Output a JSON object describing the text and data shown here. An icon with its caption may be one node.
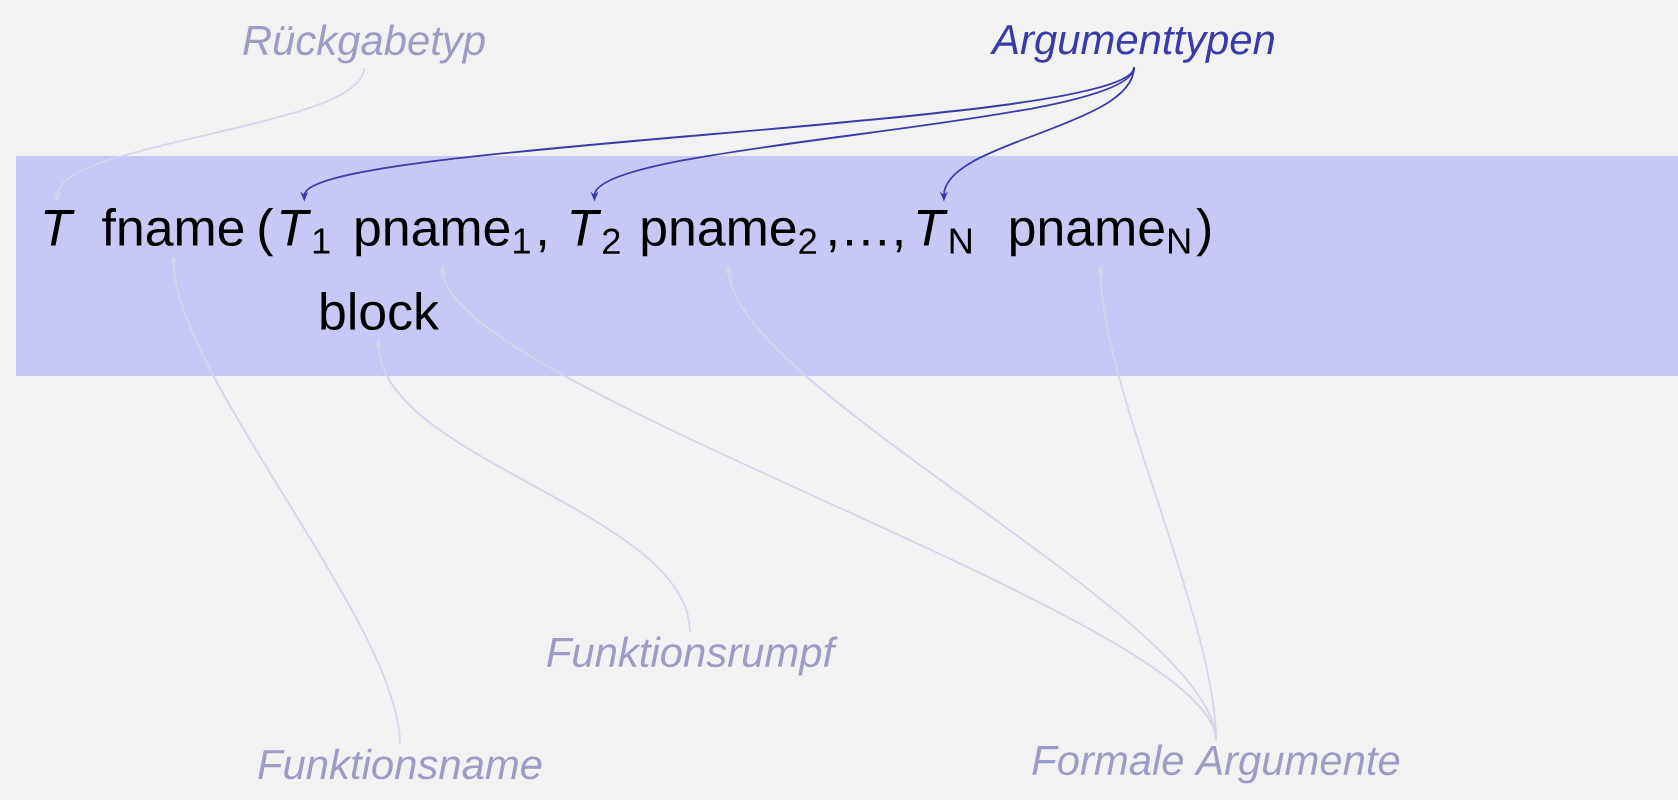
{
  "diagram": {
    "nodes": [
      {
        "text": [],
        "shape": "bar"
      },
      {
        "text": [
          "Rückgabetyp"
        ]
      },
      {
        "text": [
          "Argumenttypen"
        ]
      },
      {
        "text": [
          "*T*"
        ],
        "in": 0
      },
      {
        "text": [
          "fname"
        ],
        "in": 0
      },
      {
        "text": [
          "*T*$_{1}$"
        ],
        "in": 0
      },
      {
        "text": [
          "pname$_{1}$"
        ],
        "in": 0
      },
      {
        "text": [
          "*T*$_{2}$"
        ],
        "in": 0
      },
      {
        "text": [
          "pname$_{2}$"
        ],
        "in": 0
      },
      {
        "text": [
          "*T*$_{N}$"
        ],
        "in": 0
      },
      {
        "text": [
          "pname$_{N}$"
        ],
        "in": 0
      },
      {
        "text": [
          "block"
        ],
        "in": 0
      },
      {
        "text": [
          "Funktionsrumpf"
        ]
      },
      {
        "text": [
          "Funktionsname"
        ]
      },
      {
        "text": [
          "Formale Argumente"
        ]
      }
    ],
    "edges": [
      {
        "from": 1,
        "to": 3,
        "arrow": "to"
      },
      {
        "from": 2,
        "to": 5,
        "arrow": "to",
        "color": "#3a3aa8"
      },
      {
        "from": 2,
        "to": 7,
        "arrow": "to",
        "color": "#3a3aa8"
      },
      {
        "from": 2,
        "to": 9,
        "arrow": "to",
        "color": "#3a3aa8"
      },
      {
        "from": 13,
        "to": 4,
        "arrow": "to"
      },
      {
        "from": 12,
        "to": 11,
        "arrow": "to"
      },
      {
        "from": 14,
        "to": 6,
        "arrow": "to"
      },
      {
        "from": 14,
        "to": 8,
        "arrow": "to"
      },
      {
        "from": 14,
        "to": 10,
        "arrow": "to"
      }
    ],
    "labels": [
      "(",
      ",",
      ",…,",
      ")"
    ]
  }
}
